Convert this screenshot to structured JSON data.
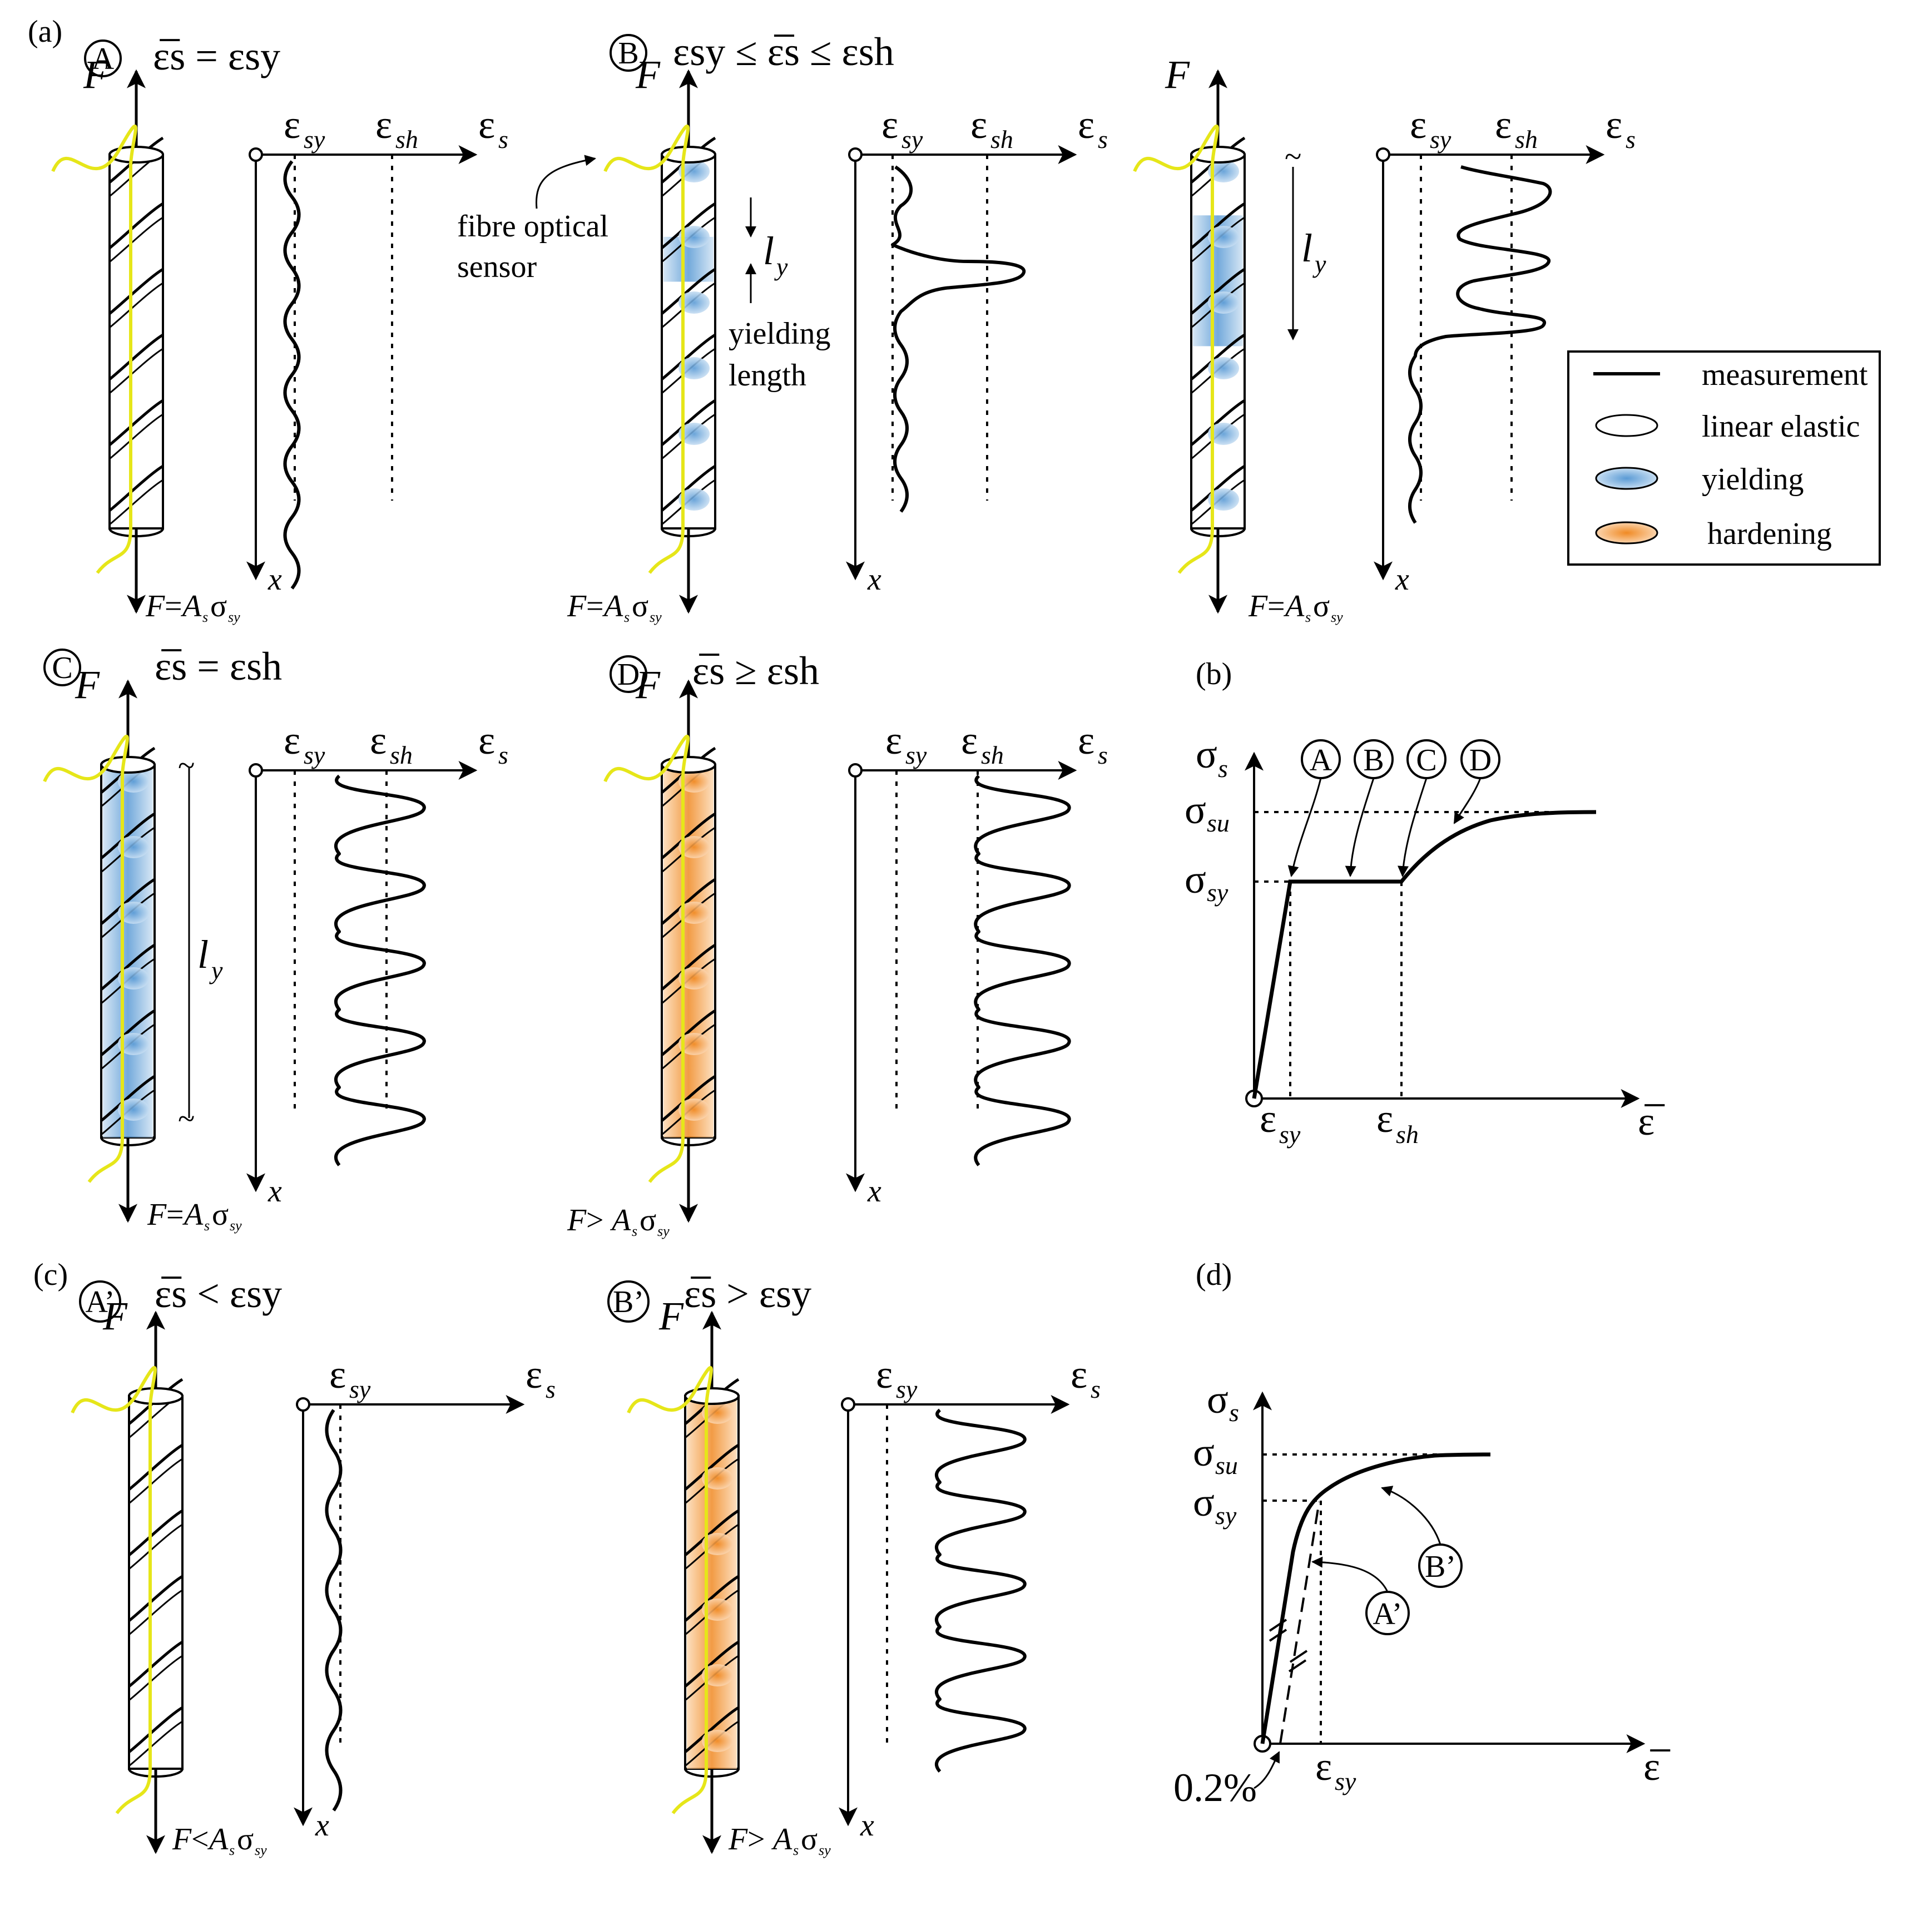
{
  "panels": {
    "a": "(a)",
    "b": "(b)",
    "c": "(c)",
    "d": "(d)"
  },
  "states": {
    "A": "A",
    "B": "B",
    "C": "C",
    "D": "D",
    "A_prime": "A’",
    "B_prime": "B’"
  },
  "conditions": {
    "A": "ε̅s = εsy",
    "B": "εsy ≤ ε̅s ≤ εsh",
    "C": "ε̅s = εsh",
    "D": "ε̅s ≥ εsh",
    "A_prime": "ε̅s < εsy",
    "B_prime": "ε̅s > εsy"
  },
  "symbols": {
    "force": "F",
    "position": "x",
    "strain": "ε",
    "strain_sub": "s",
    "eps_sy": "ε",
    "sy": "sy",
    "sh": "sh",
    "sigma": "σ",
    "su": "su",
    "yield_length_l": "l",
    "yield_length_sub": "y",
    "tilde": "~",
    "eps_bar": "ε̅",
    "offset": "0.2%"
  },
  "force_labels": {
    "eq": "F=AsσSy",
    "gt": "F >AsσSy",
    "lt": "F<AsσSy",
    "F": "F",
    "eq_sign": "=",
    "gt_sign": " >",
    "lt_sign": "<",
    "A": "A",
    "s": "s",
    "sigma": "σ",
    "sy": "sy"
  },
  "annotations": {
    "sensor_line1": "fibre optical",
    "sensor_line2": "sensor",
    "yield_line1": "yielding",
    "yield_line2": "length"
  },
  "legend": {
    "measurement": "measurement",
    "linear_elastic": "linear elastic",
    "yielding": "yielding",
    "hardening": "hardening"
  },
  "colors": {
    "sensor": "#e6e619",
    "yielding": "#5b9bd5",
    "hardening": "#f08a24",
    "line": "#000000"
  }
}
